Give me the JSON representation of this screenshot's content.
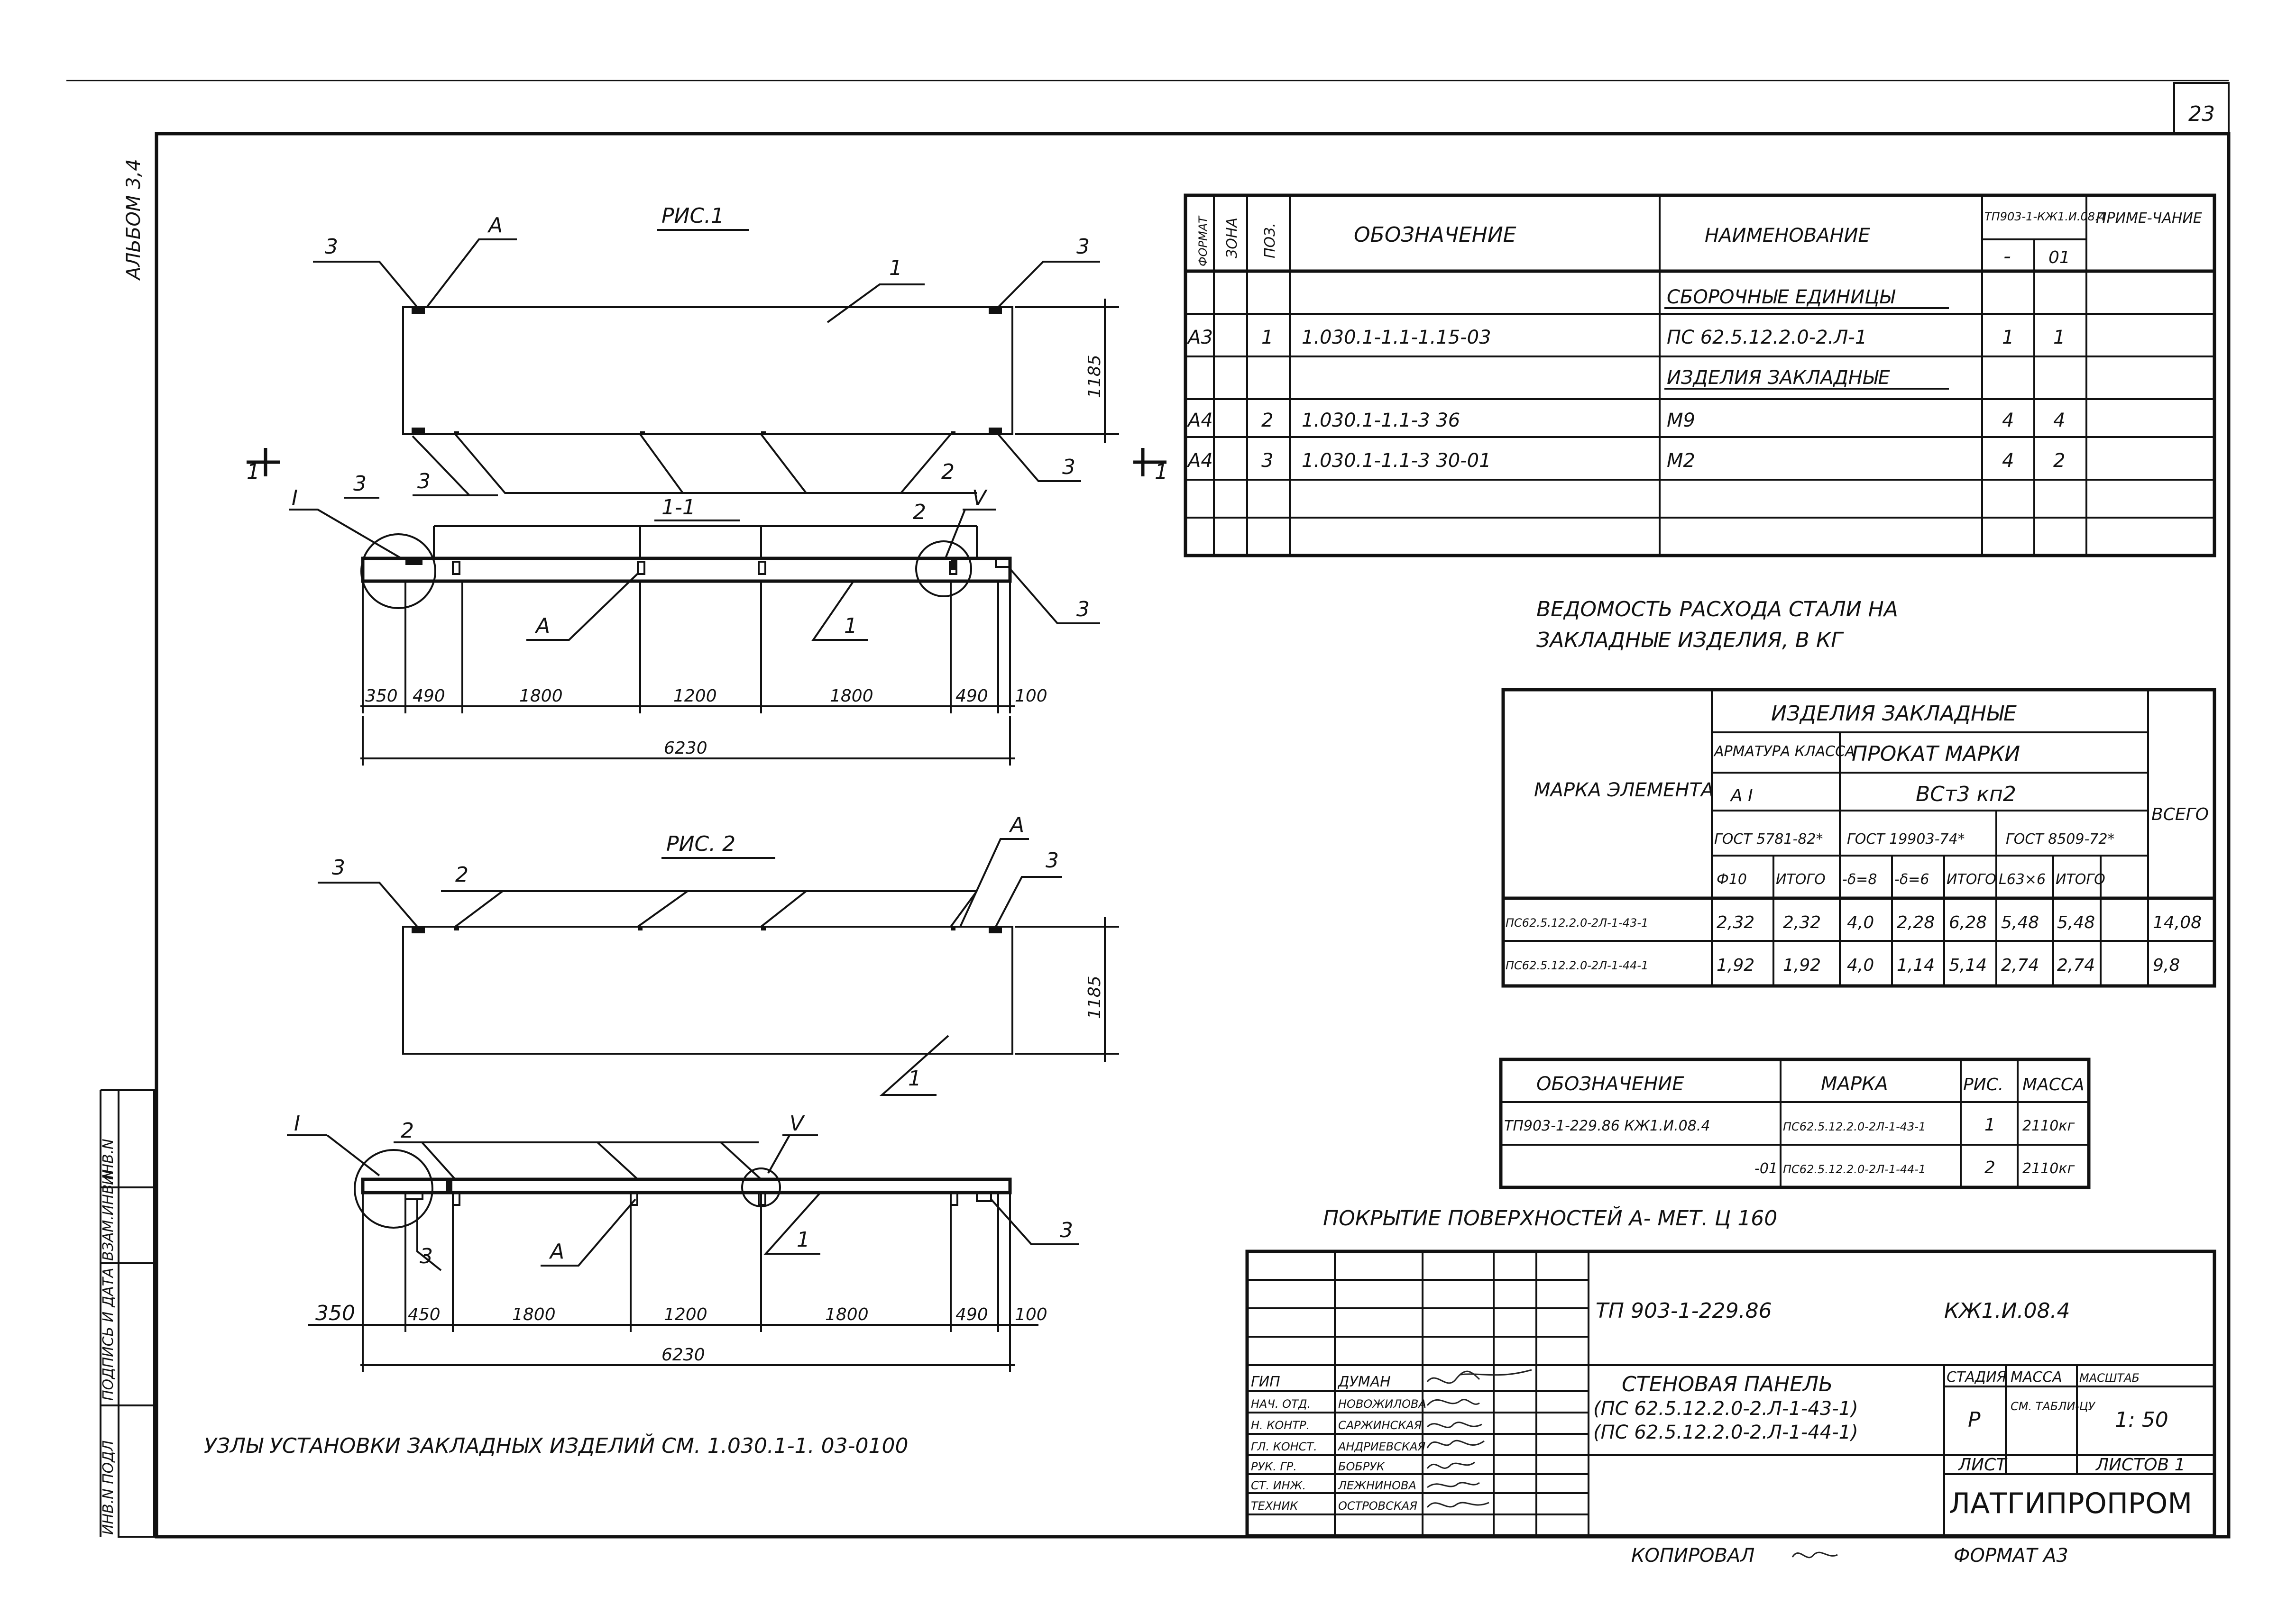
{
  "page_number": "23",
  "album_label": "АЛЬБОМ 3,4",
  "side_stamp": {
    "inv_orig": "ИНВ.N ПОДЛ",
    "sign_date": "ПОДПИСЬ И ДАТА",
    "replace_inv": "ВЗАМ.ИНВ.N",
    "inv_dup": "ИНВ.N"
  },
  "fig1": {
    "title": "РИС.1",
    "callout_3": "3",
    "callout_A": "А",
    "callout_1": "1",
    "callout_2": "2",
    "height_dim": "1185",
    "section_mark": "1",
    "section_title": "1-1",
    "node_I": "I",
    "node_V": "V",
    "dims": [
      "350",
      "490",
      "1800",
      "1200",
      "1800",
      "490",
      "100"
    ],
    "total": "6230"
  },
  "fig2": {
    "title": "РИС. 2",
    "callout_3": "3",
    "callout_A": "А",
    "callout_1": "1",
    "callout_2": "2",
    "height_dim": "1185",
    "node_I": "I",
    "node_V": "V",
    "dims": [
      "350",
      "450",
      "1800",
      "1200",
      "1800",
      "490",
      "100"
    ],
    "total": "6230"
  },
  "install_note": "УЗЛЫ УСТАНОВКИ ЗАКЛАДНЫХ ИЗДЕЛИЙ СМ. 1.030.1-1. 03-0100",
  "spec_table": {
    "headers": {
      "format": "ФОРМАТ",
      "zone": "ЗОНА",
      "pos": "ПОЗ.",
      "designation": "ОБОЗНАЧЕНИЕ",
      "name": "НАИМЕНОВАНИЕ",
      "doc": "ТП903-1-КЖ1.И.08.4",
      "col_dash": "-",
      "col_01": "01",
      "note": "ПРИМЕ-ЧАНИЕ"
    },
    "rows": [
      {
        "format": "",
        "zone": "",
        "pos": "",
        "designation": "",
        "name": "СБОРОЧНЫЕ ЕДИНИЦЫ",
        "q0": "",
        "q1": ""
      },
      {
        "format": "А3",
        "zone": "",
        "pos": "1",
        "designation": "1.030.1-1.1-1.15-03",
        "name": "ПС 62.5.12.2.0-2.Л-1",
        "q0": "1",
        "q1": "1"
      },
      {
        "format": "",
        "zone": "",
        "pos": "",
        "designation": "",
        "name": "ИЗДЕЛИЯ ЗАКЛАДНЫЕ",
        "q0": "",
        "q1": ""
      },
      {
        "format": "А4",
        "zone": "",
        "pos": "2",
        "designation": "1.030.1-1.1-3 36",
        "name": "М9",
        "q0": "4",
        "q1": "4"
      },
      {
        "format": "А4",
        "zone": "",
        "pos": "3",
        "designation": "1.030.1-1.1-3 30-01",
        "name": "М2",
        "q0": "4",
        "q1": "2"
      }
    ]
  },
  "steel_title_1": "ВЕДОМОСТЬ РАСХОДА СТАЛИ НА",
  "steel_title_2": "ЗАКЛАДНЫЕ ИЗДЕЛИЯ, В КГ",
  "steel_table": {
    "h_element": "МАРКА ЭЛЕМЕНТА",
    "h_group": "ИЗДЕЛИЯ ЗАКЛАДНЫЕ",
    "h_armature": "АРМАТУРА КЛАССА",
    "h_rolled": "ПРОКАТ МАРКИ",
    "h_class": "А I",
    "h_grade": "ВСт3 кп2",
    "h_gost1": "ГОСТ 5781-82*",
    "h_gost2": "ГОСТ 19903-74*",
    "h_gost3": "ГОСТ 8509-72*",
    "h_total": "ВСЕГО",
    "sub": [
      "Ф10",
      "ИТОГО",
      "-δ=8",
      "-δ=6",
      "ИТОГО",
      "L63×6",
      "ИТОГО"
    ],
    "rows": [
      {
        "mark": "ПС62.5.12.2.0-2Л-1-43-1",
        "v": [
          "2,32",
          "2,32",
          "4,0",
          "2,28",
          "6,28",
          "5,48",
          "5,48"
        ],
        "total": "14,08"
      },
      {
        "mark": "ПС62.5.12.2.0-2Л-1-44-1",
        "v": [
          "1,92",
          "1,92",
          "4,0",
          "1,14",
          "5,14",
          "2,74",
          "2,74"
        ],
        "total": "9,8"
      }
    ]
  },
  "mass_table": {
    "headers": {
      "designation": "ОБОЗНАЧЕНИЕ",
      "mark": "МАРКА",
      "fig": "РИС.",
      "mass": "МАССА"
    },
    "rows": [
      {
        "designation": "ТП903-1-229.86   КЖ1.И.08.4",
        "mark": "ПС62.5.12.2.0-2Л-1-43-1",
        "fig": "1",
        "mass": "2110кг"
      },
      {
        "designation": "-01",
        "mark": "ПС62.5.12.2.0-2Л-1-44-1",
        "fig": "2",
        "mass": "2110кг"
      }
    ]
  },
  "coating_note": "ПОКРЫТИЕ ПОВЕРХНОСТЕЙ А-  МЕТ. Ц 160",
  "title_block": {
    "project": "ТП 903-1-229.86",
    "doc_code": "КЖ1.И.08.4",
    "item_title": "СТЕНОВАЯ ПАНЕЛЬ",
    "item_line1": "(ПС 62.5.12.2.0-2.Л-1-43-1)",
    "item_line2": "(ПС 62.5.12.2.0-2.Л-1-44-1)",
    "stage_h": "СТАДИЯ",
    "mass_h": "МАССА",
    "scale_h": "МАСШТАБ",
    "stage": "Р",
    "mass": "СМ. ТАБЛИ-ЦУ",
    "scale": "1: 50",
    "sheet_h": "ЛИСТ",
    "sheets_h": "ЛИСТОВ 1",
    "org": "ЛАТГИПРОПРОМ",
    "people": [
      {
        "role": "ГИП",
        "name": "ДУМАН"
      },
      {
        "role": "НАЧ. ОТД.",
        "name": "НОВОЖИЛОВА"
      },
      {
        "role": "Н. КОНТР.",
        "name": "САРЖИНСКАЯ"
      },
      {
        "role": "ГЛ. КОНСТ.",
        "name": "АНДРИЕВСКАЯ"
      },
      {
        "role": "РУК. ГР.",
        "name": "БОБРУК"
      },
      {
        "role": "СТ. ИНЖ.",
        "name": "ЛЕЖНИНОВА"
      },
      {
        "role": "ТЕХНИК",
        "name": "ОСТРОВСКАЯ"
      }
    ]
  },
  "copied": "КОПИРОВАЛ",
  "format": "ФОРМАТ А3"
}
